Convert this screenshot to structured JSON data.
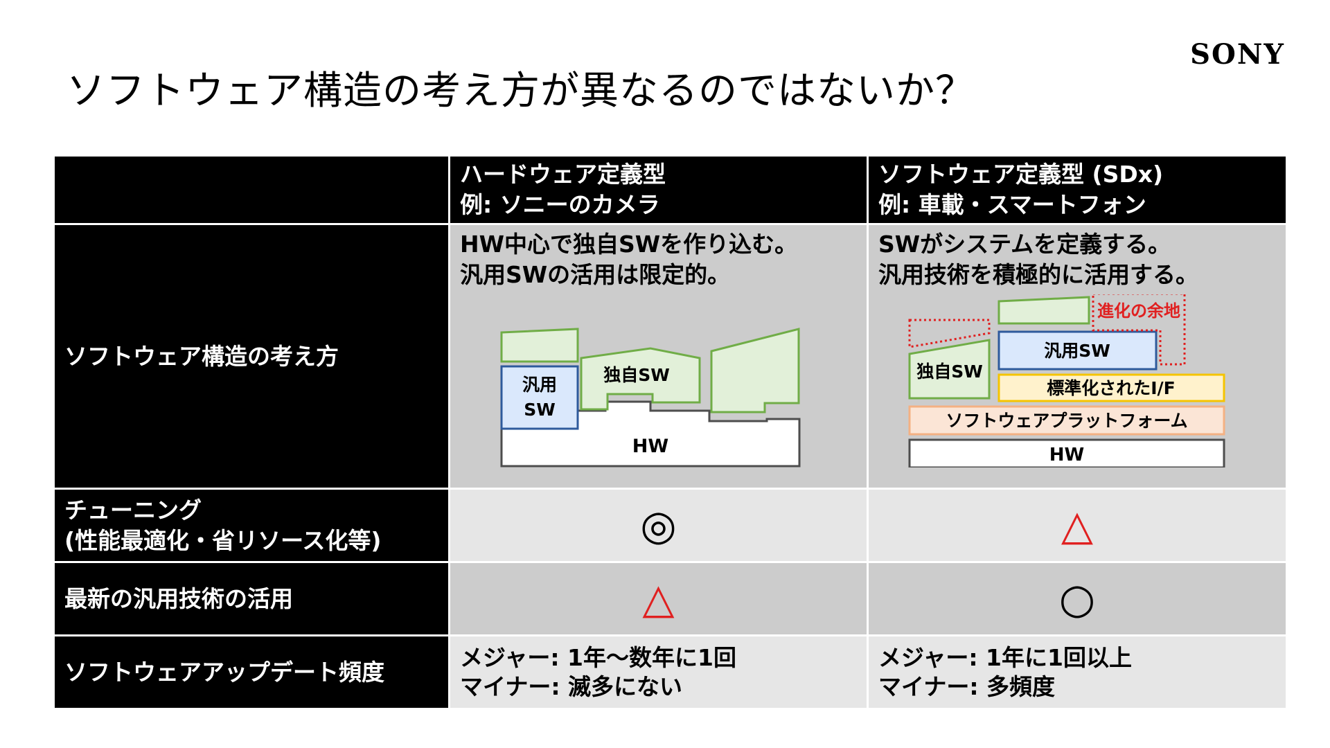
{
  "logo": "SONY",
  "title": "ソフトウェア構造の考え方が異なるのではないか？",
  "header": {
    "col_hw": [
      "ハードウェア定義型",
      "例: ソニーのカメラ"
    ],
    "col_sw": [
      "ソフトウェア定義型 (SDx)",
      "例: 車載・スマートフォン"
    ]
  },
  "rows": {
    "structure": {
      "label": "ソフトウェア構造の考え方",
      "hw_desc": [
        "HW中心で独自SWを作り込む。",
        "汎用SWの活用は限定的。"
      ],
      "sw_desc": [
        "SWがシステムを定義する。",
        "汎用技術を積極的に活用する。"
      ]
    },
    "tuning": {
      "label": [
        "チューニング",
        "(性能最適化・省リソース化等)"
      ],
      "hw_symbol": "◎",
      "sw_symbol": "△"
    },
    "latest_tech": {
      "label": "最新の汎用技術の活用",
      "hw_symbol": "△",
      "sw_symbol": "○"
    },
    "update_freq": {
      "label": "ソフトウェアアップデート頻度",
      "hw_value": [
        "メジャー: 1年〜数年に1回",
        "マイナー: 滅多にない"
      ],
      "sw_value": [
        "メジャー: 1年に1回以上",
        "マイナー: 多頻度"
      ]
    }
  },
  "diagram_hw": {
    "hw": "HW",
    "generic_sw": [
      "汎用",
      "SW"
    ],
    "own_sw": "独自SW"
  },
  "diagram_sw": {
    "hw": "HW",
    "platform": "ソフトウェアプラットフォーム",
    "std_if": "標準化されたI/F",
    "generic_sw": "汎用SW",
    "own_sw": "独自SW",
    "room": "進化の余地"
  },
  "colors": {
    "green_fill": "#e2f0d9",
    "green_stroke": "#70ad47",
    "blue_fill": "#dae8fc",
    "blue_stroke": "#2e5a9c",
    "yellow_fill": "#fff2cc",
    "yellow_stroke": "#f5c400",
    "orange_fill": "#fbe5d6",
    "orange_stroke": "#f4b183",
    "red": "#e02020",
    "gray_stroke": "#4d4d4d"
  }
}
